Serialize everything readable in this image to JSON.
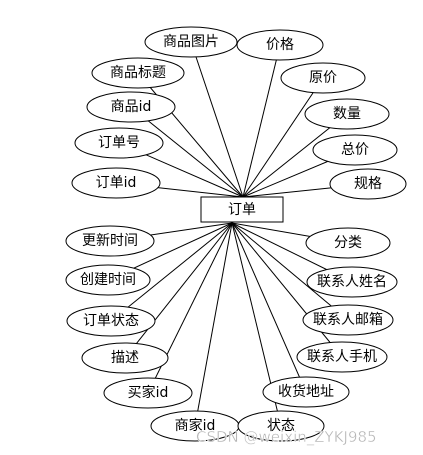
{
  "entity": {
    "label": "订单"
  },
  "attributes": [
    {
      "label": "商品图片"
    },
    {
      "label": "价格"
    },
    {
      "label": "商品标题"
    },
    {
      "label": "原价"
    },
    {
      "label": "商品id"
    },
    {
      "label": "数量"
    },
    {
      "label": "订单号"
    },
    {
      "label": "总价"
    },
    {
      "label": "订单id"
    },
    {
      "label": "规格"
    },
    {
      "label": "更新时间"
    },
    {
      "label": "分类"
    },
    {
      "label": "创建时间"
    },
    {
      "label": "联系人姓名"
    },
    {
      "label": "订单状态"
    },
    {
      "label": "联系人邮箱"
    },
    {
      "label": "描述"
    },
    {
      "label": "联系人手机"
    },
    {
      "label": "买家id"
    },
    {
      "label": "收货地址"
    },
    {
      "label": "商家id"
    },
    {
      "label": "状态"
    }
  ],
  "watermark": "CSDN @weixin_ZYKJ985"
}
